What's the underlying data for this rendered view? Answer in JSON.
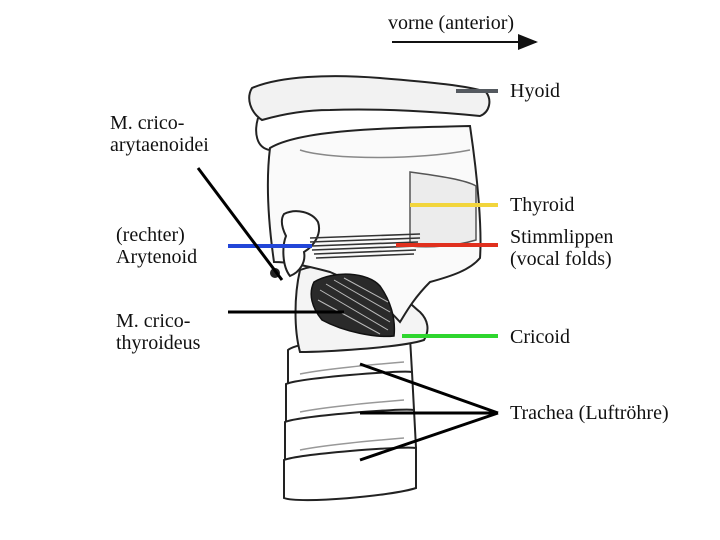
{
  "diagram": {
    "direction_label": "vorne (anterior)",
    "labels": {
      "hyoid": "Hyoid",
      "thyroid": "Thyroid",
      "vocal_folds_1": "Stimmlippen",
      "vocal_folds_2": "(vocal folds)",
      "cricoid": "Cricoid",
      "trachea": "Trachea (Luftröhre)",
      "crico_arytaenoidei_1": "M. crico-",
      "crico_arytaenoidei_2": "arytaenoidei",
      "arytenoid_1": "(rechter)",
      "arytenoid_2": "Arytenoid",
      "crico_thyroideus_1": "M. crico-",
      "crico_thyroideus_2": "thyroideus"
    },
    "colors": {
      "hyoid_line": "#555a60",
      "thyroid_line": "#f2d53c",
      "vocal_folds_line": "#e0301e",
      "cricoid_line": "#2ed62e",
      "arytenoid_line": "#2246d8",
      "pointer_line": "#000000",
      "drawing_outline": "#222222"
    }
  }
}
